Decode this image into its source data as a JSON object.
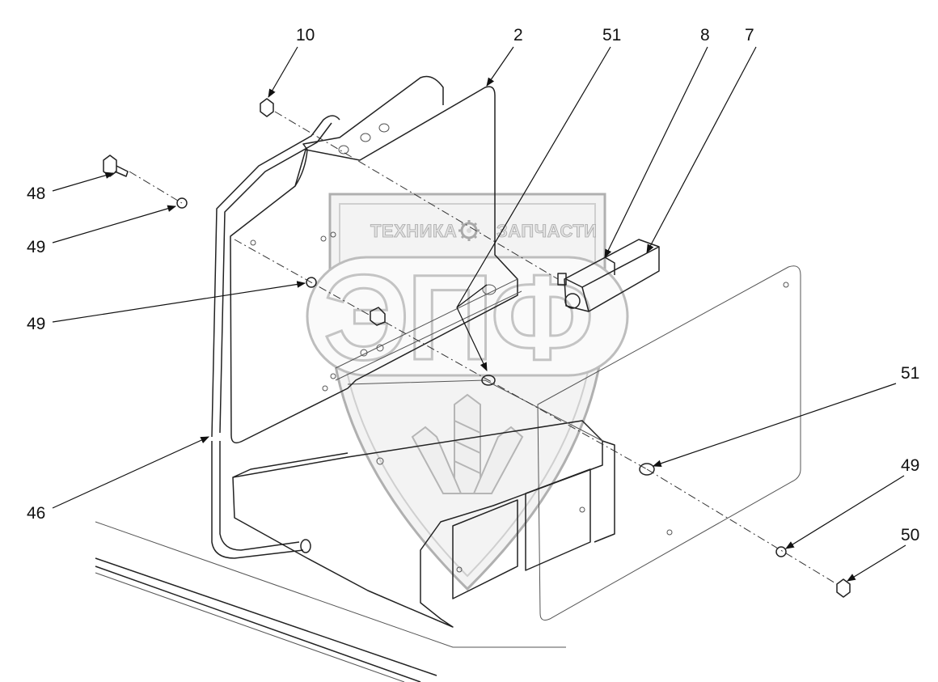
{
  "watermark": {
    "top_text_left": "ТЕХНИКА",
    "top_text_right": "ЗАПЧАСТИ",
    "logo_letters": "ЭПФ",
    "gear_icon": "gear-icon",
    "shield_icon": "shield-icon",
    "wheat_icon": "wheat-icon"
  },
  "callouts": [
    {
      "id": "c10",
      "label": "10"
    },
    {
      "id": "c2",
      "label": "2"
    },
    {
      "id": "c51top",
      "label": "51"
    },
    {
      "id": "c8",
      "label": "8"
    },
    {
      "id": "c7",
      "label": "7"
    },
    {
      "id": "c48",
      "label": "48"
    },
    {
      "id": "c49a",
      "label": "49"
    },
    {
      "id": "c49b",
      "label": "49"
    },
    {
      "id": "c46",
      "label": "46"
    },
    {
      "id": "c51right",
      "label": "51"
    },
    {
      "id": "c49c",
      "label": "49"
    },
    {
      "id": "c50",
      "label": "50"
    }
  ],
  "colors": {
    "line": "#222222",
    "watermark": "#c4c4c4",
    "background": "#ffffff"
  }
}
